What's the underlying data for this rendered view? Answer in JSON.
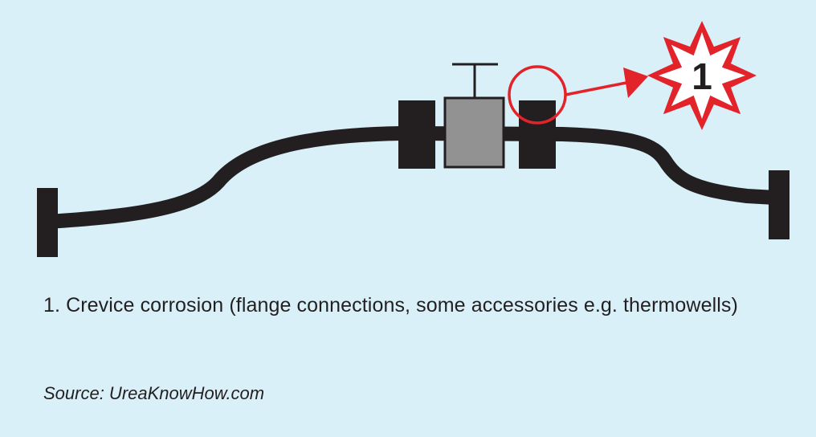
{
  "marker": {
    "number": "1"
  },
  "caption": "1. Crevice corrosion (flange connections, some accessories e.g. thermowells)",
  "source": "Source: UreaKnowHow.com",
  "colors": {
    "background": "#d9f0f9",
    "pipe": "#231f20",
    "valve_body": "#929292",
    "highlight": "#e2232a"
  }
}
